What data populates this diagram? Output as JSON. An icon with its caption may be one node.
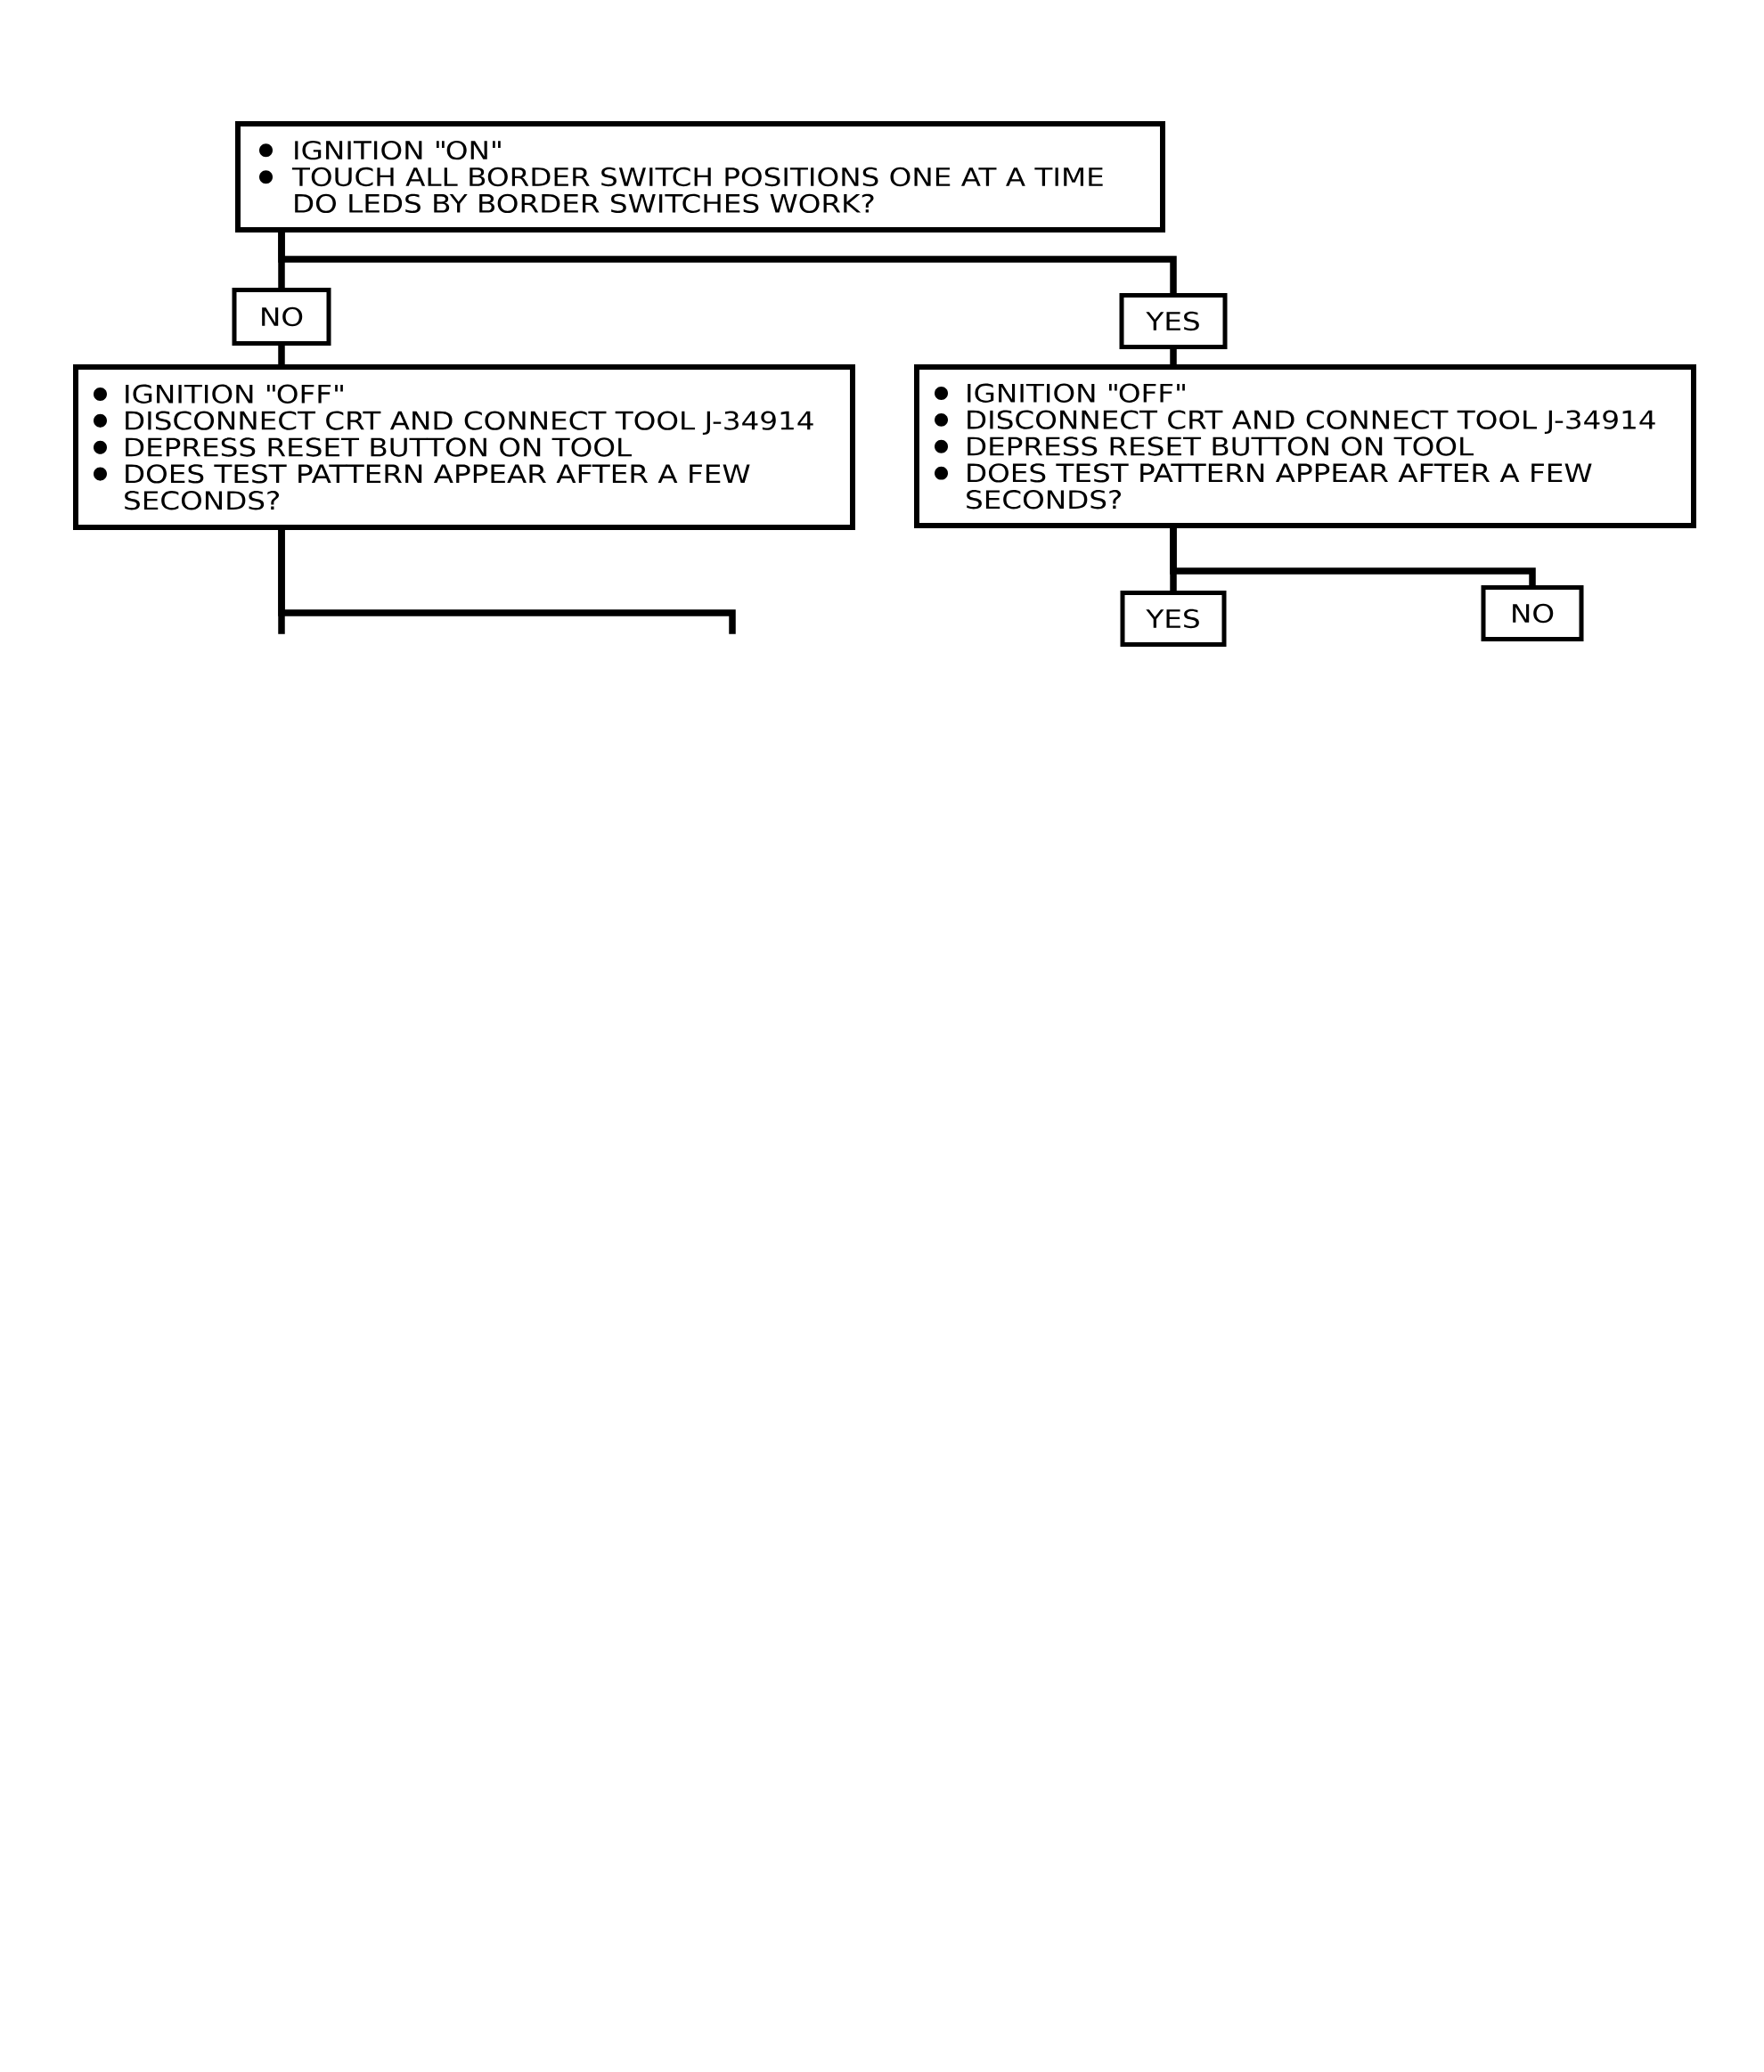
{
  "diagram": {
    "nodes": [
      {
        "text": [
          "IGNITION \"ON\"",
          "TOUCH ALL BORDER SWITCH POSITIONS ONE AT A TIME DO LEDS BY BORDER SWITCHES WORK?"
        ]
      },
      {
        "text": [
          "NO"
        ]
      },
      {
        "text": [
          "YES"
        ]
      },
      {
        "text": [
          "IGNITION \"OFF\"",
          "DISCONNECT CRT AND CONNECT TOOL J-34914",
          "DEPRESS RESET BUTTON ON TOOL",
          "DOES TEST PATTERN APPEAR AFTER A FEW SECONDS?"
        ]
      },
      {
        "text": [
          "IGNITION \"OFF\"",
          "DISCONNECT CRT AND CONNECT TOOL J-34914",
          "DEPRESS RESET BUTTON ON TOOL",
          "DOES TEST PATTERN APPEAR AFTER A FEW SECONDS?"
        ]
      },
      {
        "text": [
          "YES"
        ]
      },
      {
        "text": [
          "NO"
        ]
      }
    ],
    "edges": [
      {
        "from": 0,
        "to": 1,
        "arrow": "none"
      },
      {
        "from": 1,
        "to": 3,
        "arrow": "none"
      },
      {
        "from": 0,
        "to": 2,
        "arrow": "none"
      },
      {
        "from": 2,
        "to": 4,
        "arrow": "none"
      },
      {
        "from": 4,
        "to": 5,
        "arrow": "none"
      },
      {
        "from": 4,
        "to": 6,
        "arrow": "none"
      },
      {
        "from": 3,
        "to": null,
        "arrow": "none"
      },
      {
        "from": 3,
        "to": null,
        "arrow": "none"
      }
    ]
  }
}
